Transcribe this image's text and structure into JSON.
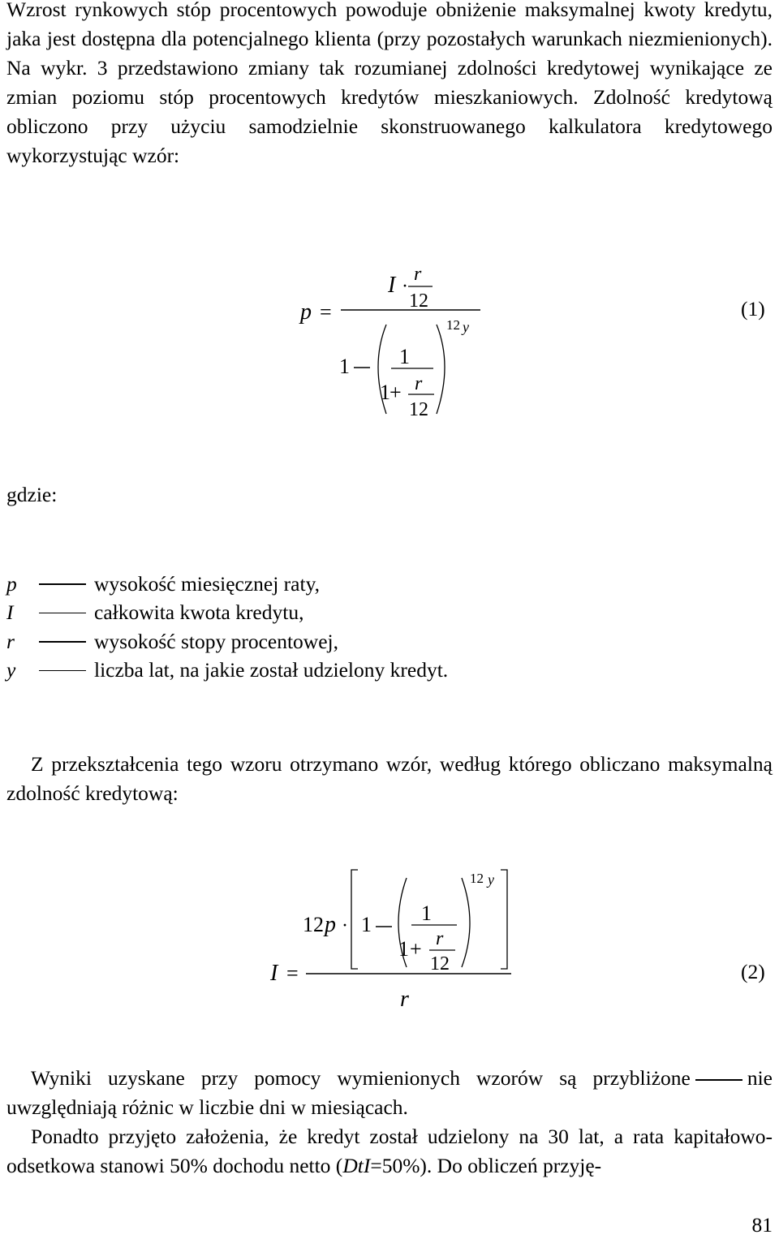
{
  "paragraphs": {
    "p1": "Wzrost rynkowych stóp procentowych powoduje obniżenie maksymalnej kwoty kredytu, jaka jest dostępna dla potencjalnego klienta (przy pozostałych warunkach niezmienionych). Na wykr. 3 przedstawiono zmiany tak rozumianej zdolności kredytowej wynikające ze zmian poziomu stóp procentowych kredytów mieszkaniowych. Zdolność kredytową obliczono przy użyciu samodzielnie skonstruowanego kalkulatora kredytowego wykorzystując wzór:",
    "gdzie": "gdzie:",
    "p2": "Z przekształcenia tego wzoru otrzymano wzór, według którego obliczano maksymalną zdolność kredytową:",
    "p3a": "Wyniki uzyskane przy pomocy wymienionych wzorów są przybliżone",
    "p3b": "nie uwzględniają różnic w liczbie dni w miesiącach.",
    "p4a": "Ponadto przyjęto założenia, że kredyt został udzielony na 30 lat, a rata kapitałowo-odsetkowa stanowi 50% dochodu netto (",
    "p4b": "DtI",
    "p4c": "=50%). Do obliczeń przyję-"
  },
  "equations": {
    "eq1_number": "(1)",
    "eq2_number": "(2)",
    "sym_p": "p",
    "sym_I": "I",
    "sym_r": "r",
    "sym_y": "y",
    "n12": "12",
    "n1": "1",
    "eq_sign": "=",
    "dot": "·",
    "plus": "+",
    "minus": "−",
    "exp12": "12"
  },
  "definitions": [
    {
      "symbol": "p",
      "text": "wysokość miesięcznej raty,"
    },
    {
      "symbol": "I",
      "text": "całkowita kwota kredytu,"
    },
    {
      "symbol": "r",
      "text": "wysokość stopy procentowej,"
    },
    {
      "symbol": "y",
      "text": "liczba lat, na jakie został udzielony kredyt."
    }
  ],
  "page_number": "81"
}
